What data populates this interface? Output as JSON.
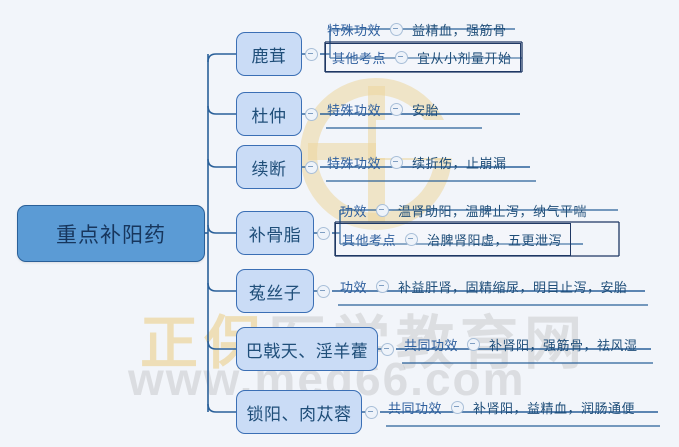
{
  "meta": {
    "title": "重点补阳药",
    "colors": {
      "background": "#f2f5fa",
      "root_fill": "#5b9bd5",
      "root_border": "#2a6099",
      "branch_fill": "#cadcf6",
      "branch_border": "#3b6fb5",
      "link_line": "#2a6099",
      "text_dark": "#1f4e79",
      "text_key": "#2e5f9e",
      "selection_border": "#1f3864",
      "watermark_gold": "#ecd69c",
      "watermark_grey": "#a8a8a8"
    }
  },
  "watermark": {
    "brand_cn_prefix": "正保",
    "brand_cn_rest": "医学教育网",
    "brand_cn_full": "正保医学教育网",
    "url": "www.med66.com",
    "logo_name": "zhengbao-circle-logo"
  },
  "root": {
    "label": "重点补阳药"
  },
  "branches": [
    {
      "id": "lurong",
      "label": "鹿茸",
      "leaves": [
        {
          "key": "特殊功效",
          "value": "益精血，强筋骨",
          "selected": false
        },
        {
          "key": "其他考点",
          "value": "宜从小剂量开始",
          "selected": true
        }
      ]
    },
    {
      "id": "duzhong",
      "label": "杜仲",
      "leaves": [
        {
          "key": "特殊功效",
          "value": "安胎",
          "selected": false
        }
      ]
    },
    {
      "id": "xuduan",
      "label": "续断",
      "leaves": [
        {
          "key": "特殊功效",
          "value": "续折伤，止崩漏",
          "selected": false
        }
      ]
    },
    {
      "id": "buguzhi",
      "label": "补骨脂",
      "leaves": [
        {
          "key": "功效",
          "value": "温肾助阳，温脾止泻，纳气平喘",
          "selected": false
        },
        {
          "key": "其他考点",
          "value": "治脾肾阳虚，五更泄泻",
          "selected": true
        }
      ]
    },
    {
      "id": "tusizi",
      "label": "菟丝子",
      "leaves": [
        {
          "key": "功效",
          "value": "补益肝肾，固精缩尿，明目止泻，安胎",
          "selected": false
        }
      ]
    },
    {
      "id": "bajitian-yinyanghuo",
      "label": "巴戟天、淫羊藿",
      "leaves": [
        {
          "key": "共同功效",
          "value": "补肾阳，强筋骨，祛风湿",
          "selected": false
        }
      ]
    },
    {
      "id": "suoyang-roucongrong",
      "label": "锁阳、肉苁蓉",
      "leaves": [
        {
          "key": "共同功效",
          "value": "补肾阳，益精血，润肠通便",
          "selected": false
        }
      ]
    }
  ]
}
